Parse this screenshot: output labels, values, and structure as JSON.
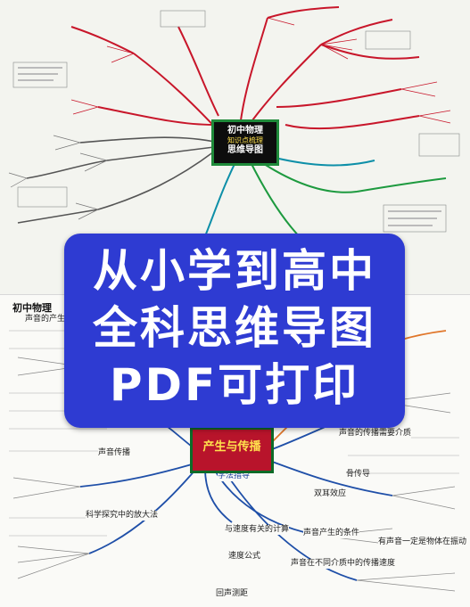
{
  "top_map": {
    "center_line1": "初中物理",
    "center_line2": "知识点梳理",
    "center_line3": "思维导图"
  },
  "bottom_map": {
    "title": "初中物理",
    "center_label": "产生与传播",
    "branches": [
      "声音的产生",
      "声音传播",
      "学法指导",
      "声音在不同介质中的传播速度",
      "声音产生的条件",
      "有声音一定是物体在振动",
      "声音的传播需要介质",
      "双耳效应",
      "骨传导",
      "科学探究中的放大法",
      "与速度有关的计算",
      "速度公式",
      "回声测距"
    ]
  },
  "banner": {
    "line1": "从小学到高中",
    "line2": "全科思维导图",
    "line3": "PDF可打印"
  },
  "colors": {
    "banner_bg": "#2e3bd2",
    "center_box_bg": "#0d0d0d",
    "center_box_border": "#1f8a3a",
    "bottom_center_bg": "#b8142b"
  }
}
